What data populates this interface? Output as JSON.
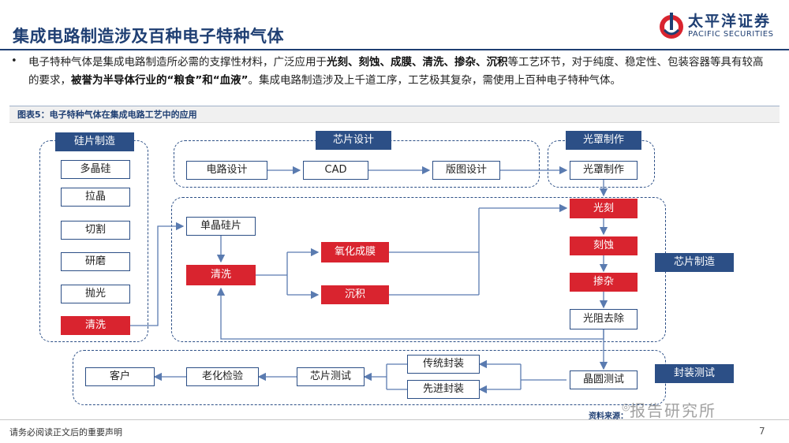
{
  "header": {
    "title": "集成电路制造涉及百种电子特种气体",
    "logo_cn": "太平洋证券",
    "logo_en": "PACIFIC SECURITIES"
  },
  "intro": {
    "bullet": "•",
    "p1": "电子特种气体是集成电路制造所必需的支撑性材料，广泛应用于",
    "b1": "光刻、刻蚀、成膜、清洗、掺杂、沉积",
    "p2": "等工艺环节，对于纯度、稳定性、包装容器等具有较高的要求，",
    "b2": "被誉为半导体行业的“粮食”和“血液”",
    "p3": "。集成电路制造涉及上千道工序，工艺极其复杂，需使用上百种电子特种气体。"
  },
  "figure": {
    "label": "图表5：电子特种气体在集成电路工艺中的应用",
    "wafer": {
      "header": "硅片制造",
      "items": [
        "多晶硅",
        "拉晶",
        "切割",
        "研磨",
        "抛光"
      ],
      "highlight": "清洗"
    },
    "design": {
      "header": "芯片设计",
      "steps": [
        "电路设计",
        "CAD",
        "版图设计"
      ]
    },
    "mask": {
      "header": "光罩制作",
      "step": "光罩制作"
    },
    "fab": {
      "header": "芯片制造",
      "single_wafer": "单晶硅片",
      "clean": "清洗",
      "oxide": "氧化成膜",
      "deposit": "沉积",
      "litho": "光刻",
      "etch": "刻蚀",
      "dope": "掺杂",
      "strip": "光阻去除"
    },
    "package": {
      "header": "封装测试",
      "wafer_test": "晶圆测试",
      "traditional": "传统封装",
      "advanced": "先进封装",
      "chip_test": "芯片测试",
      "aging": "老化检验",
      "customer": "客户"
    },
    "source": "资料来源："
  },
  "footer": {
    "disclaimer": "请务必阅读正文后的重要声明",
    "page": "7",
    "watermark": "报告研究所"
  },
  "colors": {
    "navy": "#2c4f86",
    "red": "#d9242f",
    "title": "#1f3f73"
  }
}
